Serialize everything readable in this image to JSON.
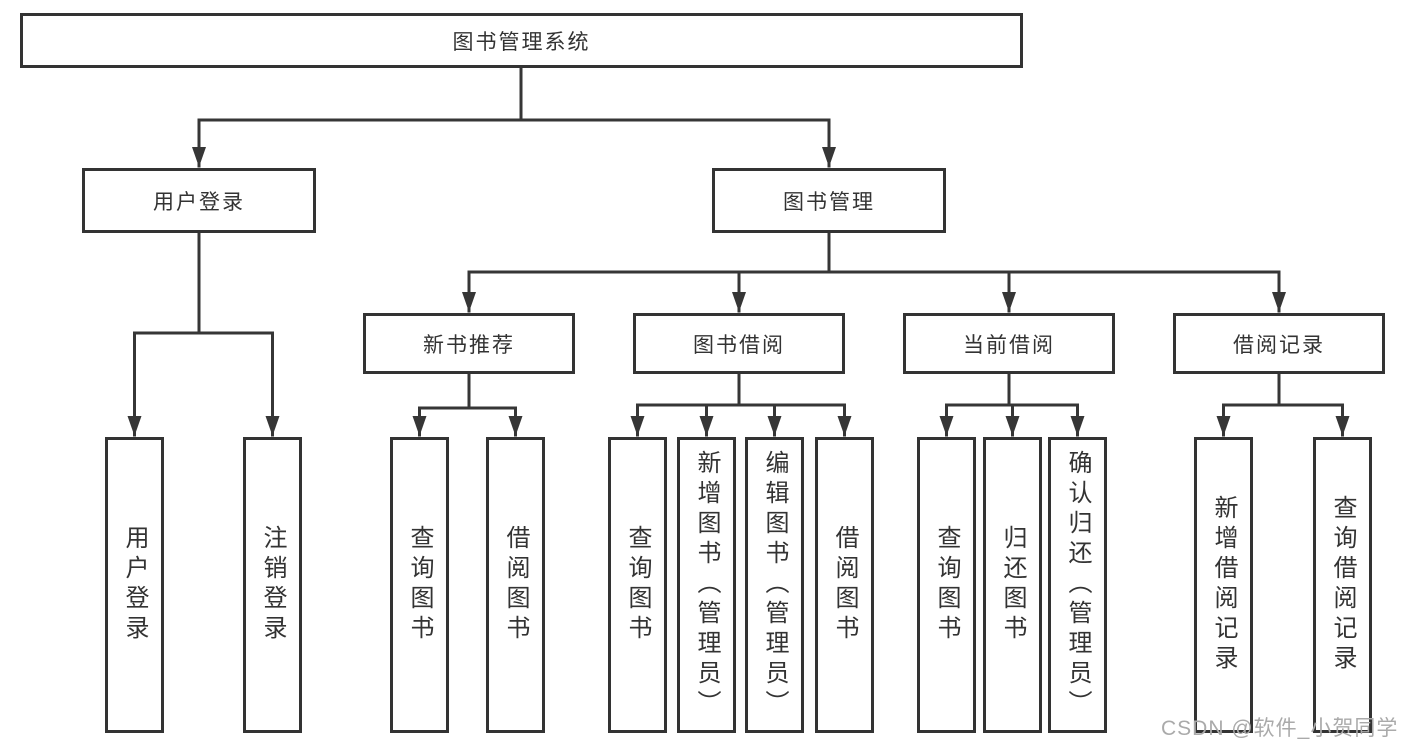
{
  "colors": {
    "background": "#ffffff",
    "line": "#363636",
    "border": "#333333",
    "text": "#333333",
    "watermark": "#aaaaaa"
  },
  "nodes": {
    "root": "图书管理系统",
    "user_login": {
      "label": "用户登录",
      "children": [
        "用户登录",
        "注销登录"
      ]
    },
    "book_mgmt": {
      "label": "图书管理",
      "sections": {
        "new_book_rec": {
          "label": "新书推荐",
          "children": [
            "查询图书",
            "借阅图书"
          ]
        },
        "book_borrow": {
          "label": "图书借阅",
          "children": [
            "查询图书",
            "新增图书（管理员）",
            "编辑图书（管理员）",
            "借阅图书"
          ]
        },
        "current_borrow": {
          "label": "当前借阅",
          "children": [
            "查询图书",
            "归还图书",
            "确认归还（管理员）"
          ]
        },
        "borrow_records": {
          "label": "借阅记录",
          "children": [
            "新增借阅记录",
            "查询借阅记录"
          ]
        }
      }
    }
  },
  "watermark": "CSDN @软件_小贺同学"
}
